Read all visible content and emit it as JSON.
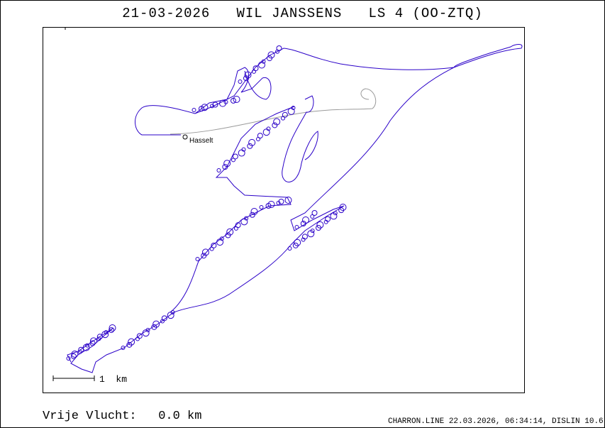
{
  "title": "21-03-2026   WIL JANSSENS   LS 4 (OO-ZTQ)",
  "chart_data": {
    "type": "line",
    "title": "21-03-2026   WIL JANSSENS   LS 4 (OO-ZTQ)",
    "date": "21-03-2026",
    "pilot": "WIL JANSSENS",
    "glider": "LS 4 (OO-ZTQ)",
    "series": [
      {
        "name": "flight track",
        "color": "#2a00c8"
      },
      {
        "name": "reference line",
        "color": "#9a9a9a"
      }
    ],
    "annotations": [
      {
        "label": "Hasselt"
      }
    ],
    "scale_bar": "1  km",
    "xlabel": "",
    "ylabel": ""
  },
  "footer": {
    "distance_label": "Vrije Vlucht:",
    "distance_value": "0.0 km",
    "credit": "CHARRON.LINE 22.03.2026, 06:34:14, DISLIN 10.6"
  }
}
